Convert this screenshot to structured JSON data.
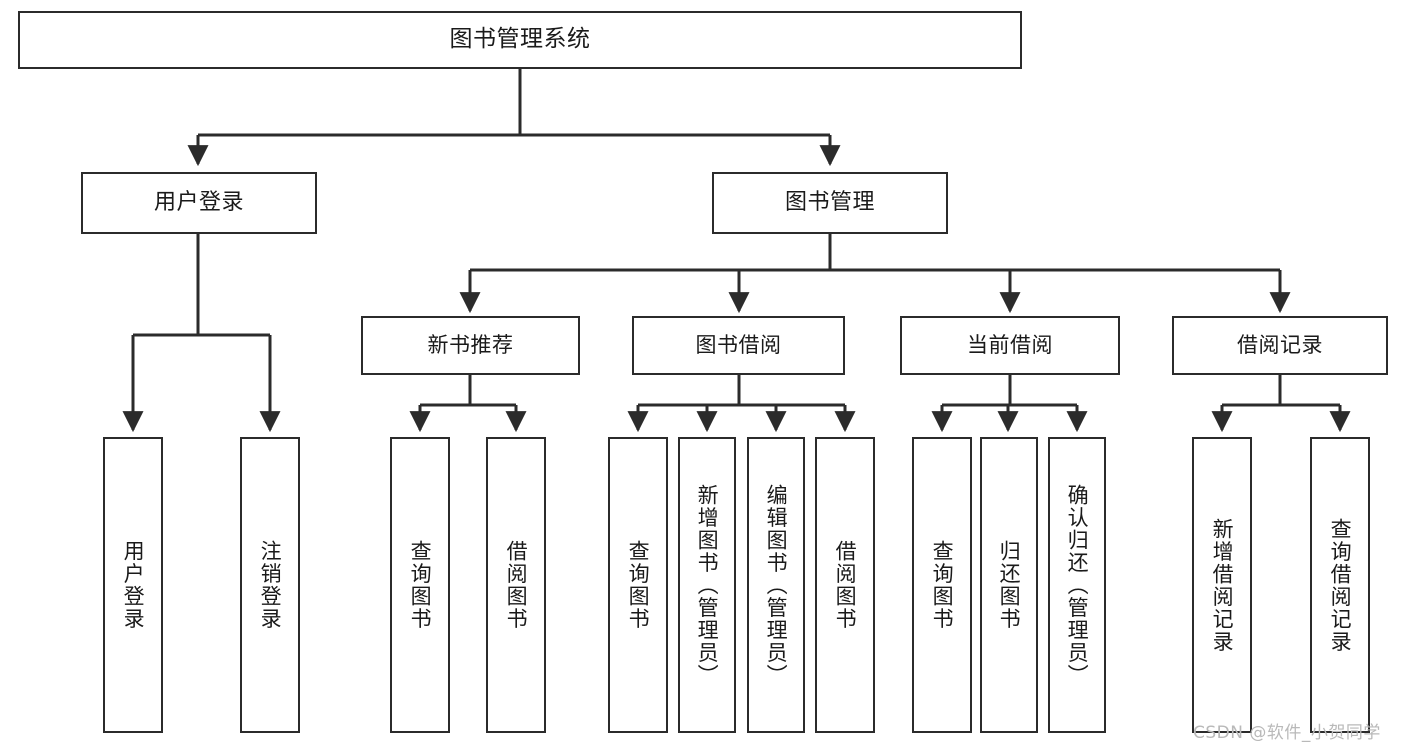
{
  "diagram": {
    "type": "tree",
    "title": "图书管理系统",
    "watermark": "CSDN @软件_小贺同学",
    "colors": {
      "stroke": "#2b2b2b",
      "fill": "#ffffff",
      "text": "#1a1a1a",
      "watermark": "#b9b9b9"
    },
    "nodes": {
      "root": {
        "label": "图书管理系统"
      },
      "level1": [
        {
          "key": "user-login",
          "label": "用户登录"
        },
        {
          "key": "book-manage",
          "label": "图书管理"
        }
      ],
      "level2": [
        {
          "key": "new-book-recommend",
          "label": "新书推荐"
        },
        {
          "key": "book-borrow",
          "label": "图书借阅"
        },
        {
          "key": "current-borrow",
          "label": "当前借阅"
        },
        {
          "key": "borrow-record",
          "label": "借阅记录"
        }
      ],
      "leaves": [
        {
          "key": "leaf-user-login",
          "label": "用户登录",
          "parent": "user-login"
        },
        {
          "key": "leaf-logout-login",
          "label": "注销登录",
          "parent": "user-login"
        },
        {
          "key": "leaf-query-book-1",
          "label": "查询图书",
          "parent": "new-book-recommend"
        },
        {
          "key": "leaf-borrow-book-1",
          "label": "借阅图书",
          "parent": "new-book-recommend"
        },
        {
          "key": "leaf-query-book-2",
          "label": "查询图书",
          "parent": "book-borrow"
        },
        {
          "key": "leaf-add-book",
          "label": "新增图书（管理员）",
          "parent": "book-borrow"
        },
        {
          "key": "leaf-edit-book",
          "label": "编辑图书（管理员）",
          "parent": "book-borrow"
        },
        {
          "key": "leaf-borrow-book-2",
          "label": "借阅图书",
          "parent": "book-borrow"
        },
        {
          "key": "leaf-query-book-3",
          "label": "查询图书",
          "parent": "current-borrow"
        },
        {
          "key": "leaf-return-book",
          "label": "归还图书",
          "parent": "current-borrow"
        },
        {
          "key": "leaf-confirm-return",
          "label": "确认归还（管理员）",
          "parent": "current-borrow"
        },
        {
          "key": "leaf-add-record",
          "label": "新增借阅记录",
          "parent": "borrow-record"
        },
        {
          "key": "leaf-query-record",
          "label": "查询借阅记录",
          "parent": "borrow-record"
        }
      ]
    }
  }
}
